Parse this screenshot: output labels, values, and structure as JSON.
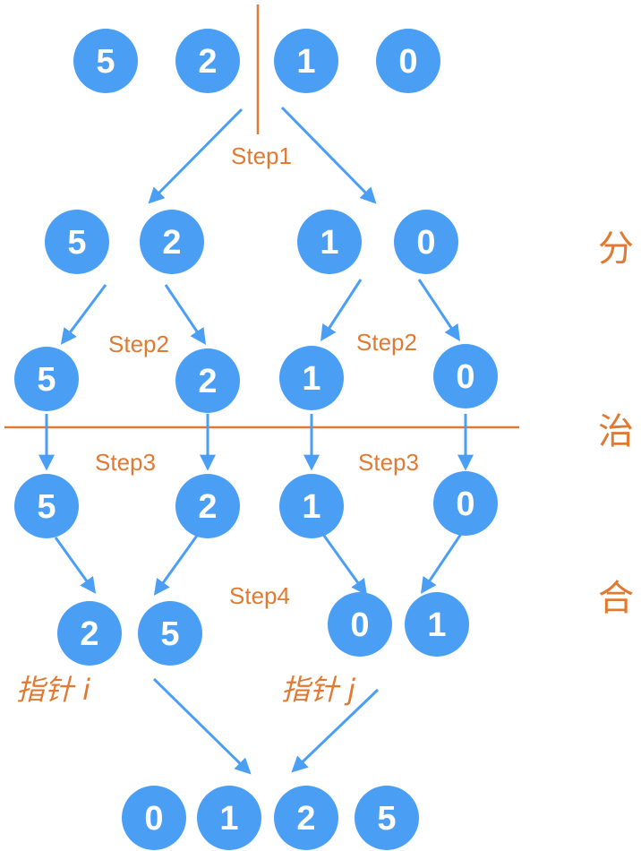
{
  "nodes": [
    {
      "id": "r0-0",
      "value": "5"
    },
    {
      "id": "r0-1",
      "value": "2"
    },
    {
      "id": "r0-2",
      "value": "1"
    },
    {
      "id": "r0-3",
      "value": "0"
    },
    {
      "id": "r1-0",
      "value": "5"
    },
    {
      "id": "r1-1",
      "value": "2"
    },
    {
      "id": "r1-2",
      "value": "1"
    },
    {
      "id": "r1-3",
      "value": "0"
    },
    {
      "id": "r2-0",
      "value": "5"
    },
    {
      "id": "r2-1",
      "value": "2"
    },
    {
      "id": "r2-2",
      "value": "1"
    },
    {
      "id": "r2-3",
      "value": "0"
    },
    {
      "id": "r3-0",
      "value": "5"
    },
    {
      "id": "r3-1",
      "value": "2"
    },
    {
      "id": "r3-2",
      "value": "1"
    },
    {
      "id": "r3-3",
      "value": "0"
    },
    {
      "id": "r4-0",
      "value": "2"
    },
    {
      "id": "r4-1",
      "value": "5"
    },
    {
      "id": "r4-2",
      "value": "0"
    },
    {
      "id": "r4-3",
      "value": "1"
    },
    {
      "id": "r5-0",
      "value": "0"
    },
    {
      "id": "r5-1",
      "value": "1"
    },
    {
      "id": "r5-2",
      "value": "2"
    },
    {
      "id": "r5-3",
      "value": "5"
    }
  ],
  "steps": {
    "step1": "Step1",
    "step2_left": "Step2",
    "step2_right": "Step2",
    "step3_left": "Step3",
    "step3_right": "Step3",
    "step4": "Step4"
  },
  "phases": {
    "divide": "分",
    "conquer": "治",
    "merge": "合"
  },
  "pointers": {
    "i": "指针 i",
    "j": "指针 j"
  },
  "colors": {
    "node": "#4a9ff5",
    "accent": "#e07a33"
  }
}
